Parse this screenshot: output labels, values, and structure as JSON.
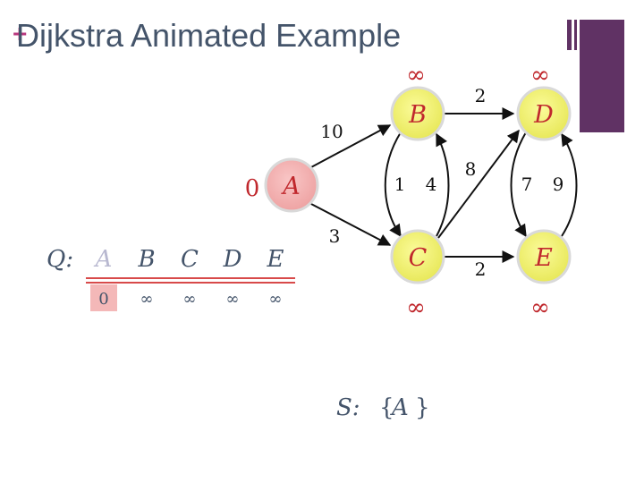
{
  "slide": {
    "title": "Dijkstra Animated Example",
    "bullet": "+"
  },
  "graph": {
    "nodes": [
      {
        "id": "A",
        "label": "A",
        "distance": "0"
      },
      {
        "id": "B",
        "label": "B",
        "distance": "∞"
      },
      {
        "id": "C",
        "label": "C",
        "distance": "∞"
      },
      {
        "id": "D",
        "label": "D",
        "distance": "∞"
      },
      {
        "id": "E",
        "label": "E",
        "distance": "∞"
      }
    ],
    "edges": [
      {
        "from": "A",
        "to": "B",
        "weight": "10"
      },
      {
        "from": "A",
        "to": "C",
        "weight": "3"
      },
      {
        "from": "B",
        "to": "D",
        "weight": "2"
      },
      {
        "from": "B",
        "to": "C",
        "weight": "1"
      },
      {
        "from": "C",
        "to": "B",
        "weight": "4"
      },
      {
        "from": "C",
        "to": "D",
        "weight": "8"
      },
      {
        "from": "C",
        "to": "E",
        "weight": "2"
      },
      {
        "from": "D",
        "to": "E",
        "weight": "7"
      },
      {
        "from": "E",
        "to": "D",
        "weight": "9"
      }
    ]
  },
  "queue": {
    "label": "Q:",
    "columns": [
      "A",
      "B",
      "C",
      "D",
      "E"
    ],
    "values": [
      "0",
      "∞",
      "∞",
      "∞",
      "∞"
    ]
  },
  "set": {
    "label": "S:",
    "open": "{",
    "members": "A",
    "close": "}"
  },
  "colors": {
    "title": "#44546a",
    "accent": "#603264",
    "bullet": "#b8377e",
    "node_fill": "#f0f07a",
    "node_start_fill": "#f4b8b8",
    "label_red": "#c0282d",
    "queue_line": "#d84a4a"
  }
}
